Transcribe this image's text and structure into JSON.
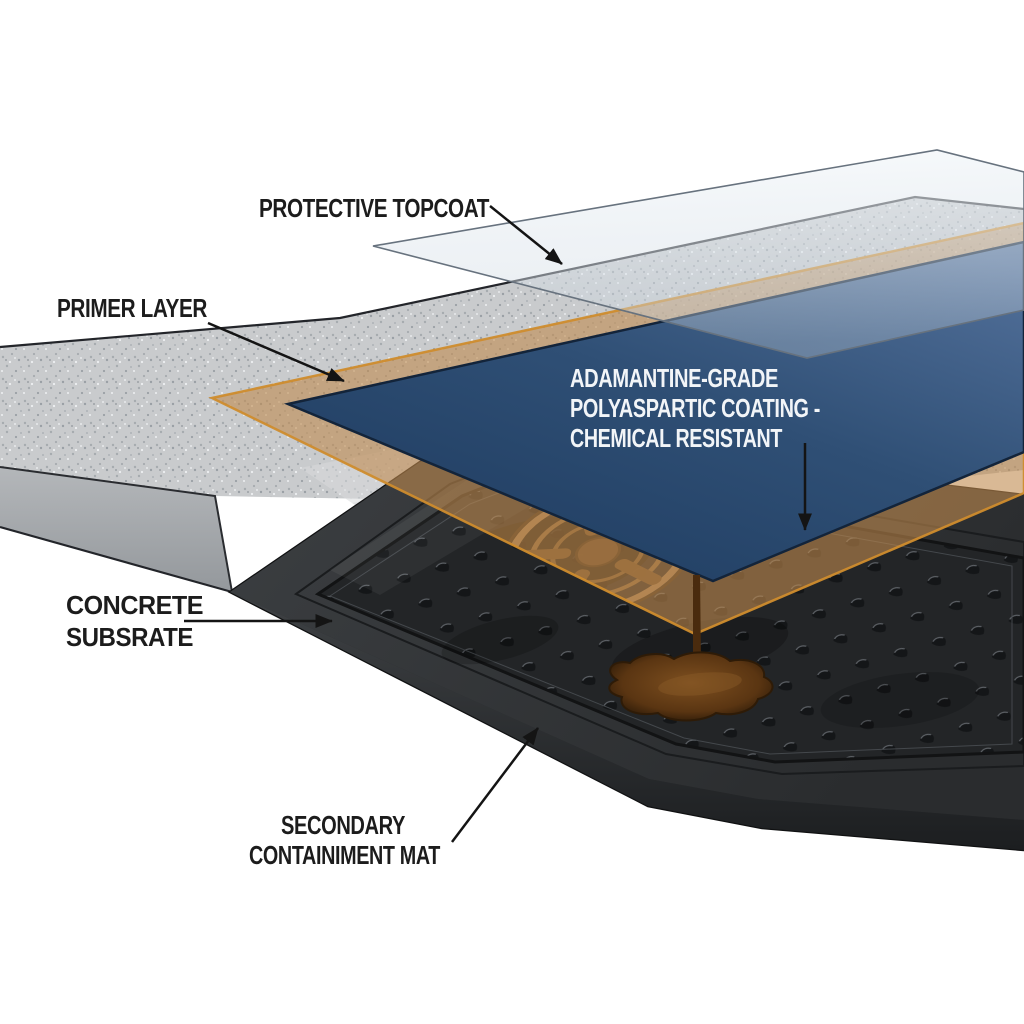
{
  "diagram": {
    "type": "exploded-layer-illustration",
    "subject": "floor coating system with secondary containment mat",
    "background": "#ffffff"
  },
  "labels": {
    "topcoat": "PROTECTIVE TOPCOAT",
    "primer": "PRIMER LAYER",
    "coating_line1": "ADAMANTINE-GRADE",
    "coating_line2": "POLYASPARTIC COATING -",
    "coating_line3": "CHEMICAL RESISTANT",
    "substrate_line1": "CONCRETE",
    "substrate_line2": "SUBSRATE",
    "mat_line1": "SECONDARY",
    "mat_line2": "CONTAINIMENT MAT"
  },
  "layers": [
    {
      "id": "protective-topcoat",
      "label": "PROTECTIVE TOPCOAT",
      "appearance": "translucent glass sheet",
      "color": "#dce4eb"
    },
    {
      "id": "polyaspartic-coating",
      "label": "ADAMANTINE-GRADE POLYASPARTIC COATING - CHEMICAL RESISTANT",
      "appearance": "solid navy sheet",
      "color": "#2f4f75"
    },
    {
      "id": "primer-layer",
      "label": "PRIMER LAYER",
      "appearance": "translucent amber sheet",
      "color": "#c08a4e"
    },
    {
      "id": "concrete-substrate",
      "label": "CONCRETE SUBSRATE",
      "appearance": "speckled gray slab",
      "color": "#c9cbcd"
    },
    {
      "id": "secondary-containment-mat",
      "label": "SECONDARY CONTAINIMENT MAT",
      "appearance": "black textured rubber mat with raised nubs",
      "color": "#26282a"
    }
  ],
  "features": {
    "drain_wheel": {
      "description": "bronze wheel/drain visible through primer layer",
      "color": "#8a6a45"
    },
    "chemical_spill": {
      "description": "brown liquid dripping from layer corner pooling on mat",
      "color": "#5a3512"
    }
  },
  "colors": {
    "background": "#ffffff",
    "label_text": "#1c1c1c",
    "coating_label_text": "#f2f5f8",
    "arrow": "#141414",
    "concrete": "#c9cbcd",
    "concrete_front": "#a9adb0",
    "glass_topcoat": "#dce4eb",
    "primer_tan": "#c08a4e",
    "primer_edge": "#cf8c2d",
    "coating_blue": "#2f4f75",
    "mat_black": "#26282a",
    "mat_field": "#232527",
    "spill_brown": "#5a3512",
    "drain_bronze": "#8a6a45"
  }
}
